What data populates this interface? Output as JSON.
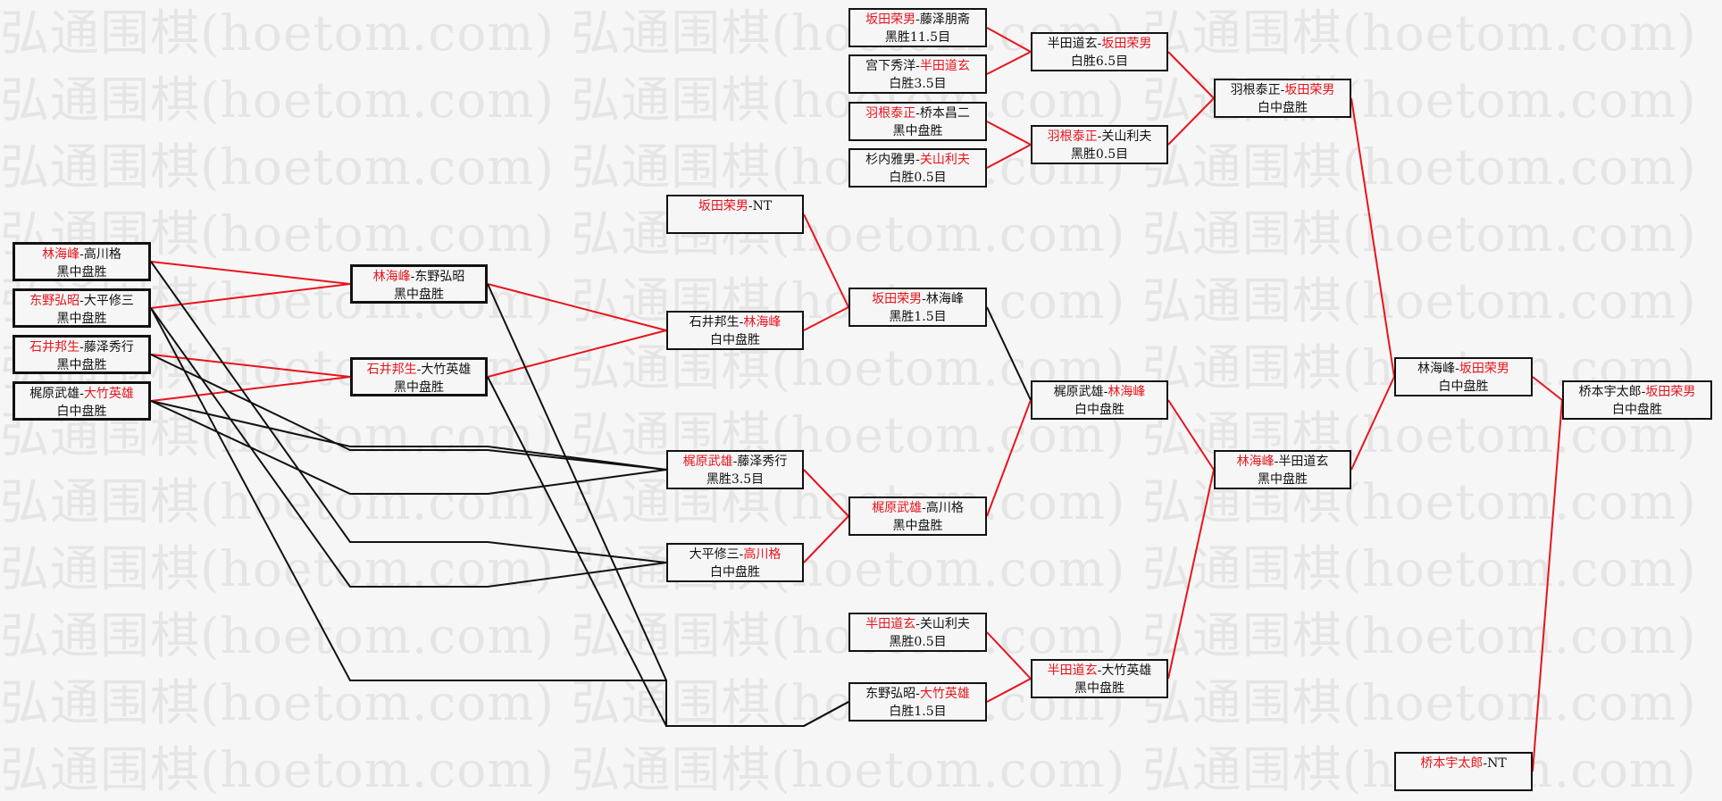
{
  "watermark": "弘通围棋(hoetom.com)",
  "colors": {
    "winner": "#e8141c",
    "line_win": "#e8141c",
    "line_lose": "#111111"
  },
  "matches": [
    {
      "id": "r1m1",
      "p1": "林海峰",
      "p2": "高川格",
      "sep": "-",
      "winner": 1,
      "result": "黑中盘胜"
    },
    {
      "id": "r1m2",
      "p1": "东野弘昭",
      "p2": "大平修三",
      "sep": "-",
      "winner": 1,
      "result": "黑中盘胜"
    },
    {
      "id": "r1m3",
      "p1": "石井邦生",
      "p2": "藤泽秀行",
      "sep": "-",
      "winner": 1,
      "result": "黑中盘胜"
    },
    {
      "id": "r1m4",
      "p1": "梶原武雄",
      "p2": "大竹英雄",
      "sep": "-",
      "winner": 2,
      "result": "白中盘胜"
    },
    {
      "id": "r2m1",
      "p1": "林海峰",
      "p2": "东野弘昭",
      "sep": "-",
      "winner": 1,
      "result": "黑中盘胜"
    },
    {
      "id": "r2m2",
      "p1": "石井邦生",
      "p2": "大竹英雄",
      "sep": "-",
      "winner": 1,
      "result": "黑中盘胜"
    },
    {
      "id": "r3m1",
      "p1": "坂田荣男",
      "p2": "NT",
      "sep": "-",
      "winner": 1,
      "result": ""
    },
    {
      "id": "r3m2",
      "p1": "石井邦生",
      "p2": "林海峰",
      "sep": "-",
      "winner": 2,
      "result": "白中盘胜"
    },
    {
      "id": "r3m3",
      "p1": "梶原武雄",
      "p2": "藤泽秀行",
      "sep": "-",
      "winner": 1,
      "result": "黑胜3.5目"
    },
    {
      "id": "r3m4",
      "p1": "大平修三",
      "p2": "高川格",
      "sep": "-",
      "winner": 2,
      "result": "白中盘胜"
    },
    {
      "id": "r4m1",
      "p1": "坂田荣男",
      "p2": "藤泽朋斋",
      "sep": "-",
      "winner": 1,
      "result": "黑胜11.5目"
    },
    {
      "id": "r4m2",
      "p1": "宫下秀洋",
      "p2": "半田道玄",
      "sep": "-",
      "winner": 2,
      "result": "白胜3.5目"
    },
    {
      "id": "r4m3",
      "p1": "羽根泰正",
      "p2": "桥本昌二",
      "sep": "-",
      "winner": 1,
      "result": "黑中盘胜"
    },
    {
      "id": "r4m4",
      "p1": "杉内雅男",
      "p2": "关山利夫",
      "sep": "-",
      "winner": 2,
      "result": "白胜0.5目"
    },
    {
      "id": "r4m5",
      "p1": "坂田荣男",
      "p2": "林海峰",
      "sep": "-",
      "winner": 1,
      "result": "黑胜1.5目"
    },
    {
      "id": "r4m6",
      "p1": "梶原武雄",
      "p2": "高川格",
      "sep": "-",
      "winner": 1,
      "result": "黑中盘胜"
    },
    {
      "id": "r4m7",
      "p1": "半田道玄",
      "p2": "关山利夫",
      "sep": "-",
      "winner": 1,
      "result": "黑胜0.5目"
    },
    {
      "id": "r4m8",
      "p1": "东野弘昭",
      "p2": "大竹英雄",
      "sep": "-",
      "winner": 2,
      "result": "白胜1.5目"
    },
    {
      "id": "r5m1",
      "p1": "半田道玄",
      "p2": "坂田荣男",
      "sep": "-",
      "winner": 2,
      "result": "白胜6.5目"
    },
    {
      "id": "r5m2",
      "p1": "羽根泰正",
      "p2": "关山利夫",
      "sep": "-",
      "winner": 1,
      "result": "黑胜0.5目"
    },
    {
      "id": "r5m3",
      "p1": "梶原武雄",
      "p2": "林海峰",
      "sep": "-",
      "winner": 2,
      "result": "白中盘胜"
    },
    {
      "id": "r5m4",
      "p1": "半田道玄",
      "p2": "大竹英雄",
      "sep": "-",
      "winner": 1,
      "result": "黑中盘胜"
    },
    {
      "id": "r6m1",
      "p1": "羽根泰正",
      "p2": "坂田荣男",
      "sep": "-",
      "winner": 2,
      "result": "白中盘胜"
    },
    {
      "id": "r6m2",
      "p1": "林海峰",
      "p2": "半田道玄",
      "sep": "-",
      "winner": 1,
      "result": "黑中盘胜"
    },
    {
      "id": "r7m1",
      "p1": "林海峰",
      "p2": "坂田荣男",
      "sep": "-",
      "winner": 2,
      "result": "白中盘胜"
    },
    {
      "id": "r7m2",
      "p1": "桥本宇太郎",
      "p2": "NT",
      "sep": "-",
      "winner": 1,
      "result": ""
    },
    {
      "id": "final",
      "p1": "桥本宇太郎",
      "p2": "坂田荣男",
      "sep": "-",
      "winner": 2,
      "result": "白中盘胜"
    }
  ]
}
